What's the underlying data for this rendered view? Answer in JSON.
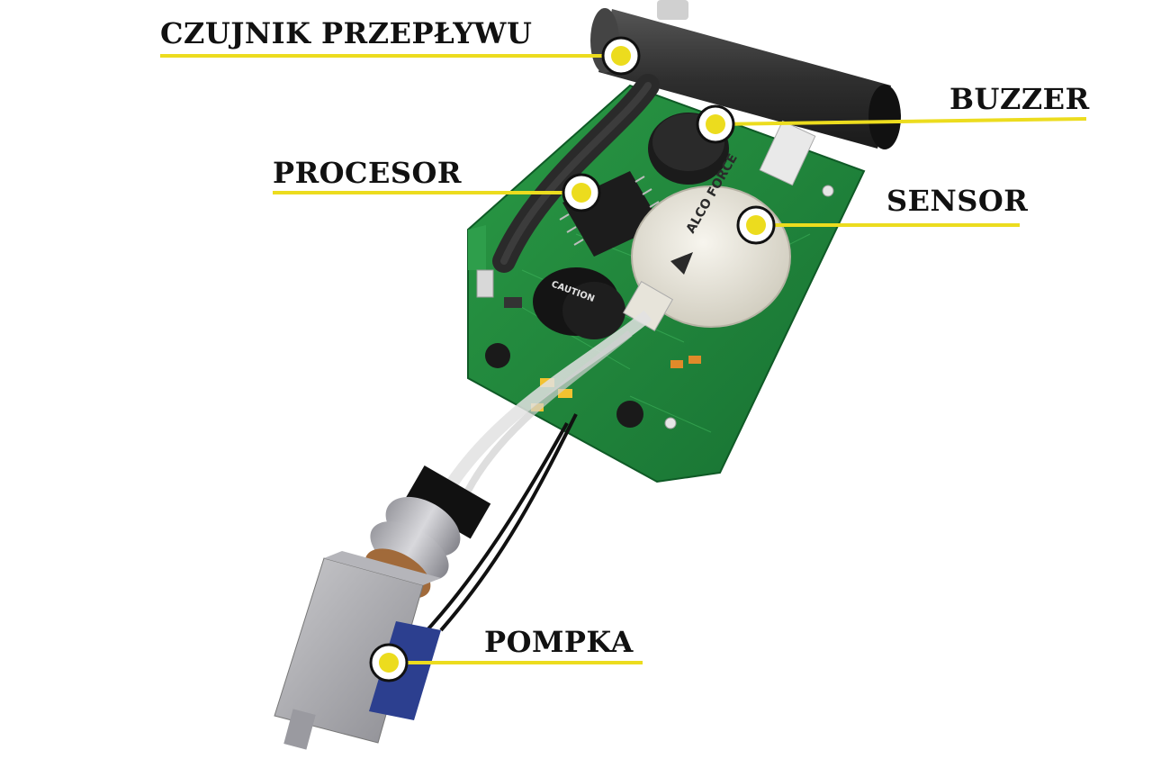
{
  "callouts": [
    {
      "id": "flow-sensor",
      "label": "CZUJNIK PRZEPŁYWU"
    },
    {
      "id": "buzzer",
      "label": "BUZZER"
    },
    {
      "id": "processor",
      "label": "PROCESOR"
    },
    {
      "id": "sensor",
      "label": "SENSOR"
    },
    {
      "id": "pump",
      "label": "POMPKA"
    }
  ],
  "sensor_brand": "ALCO FORCE",
  "caution_text": "CAUTION",
  "colors": {
    "accent_line": "#ecdc1e",
    "pcb_green": "#1f8a3a",
    "label_text": "#111111",
    "tube_dark": "#3a3a3a",
    "pump_blue": "#2c3f8f"
  }
}
